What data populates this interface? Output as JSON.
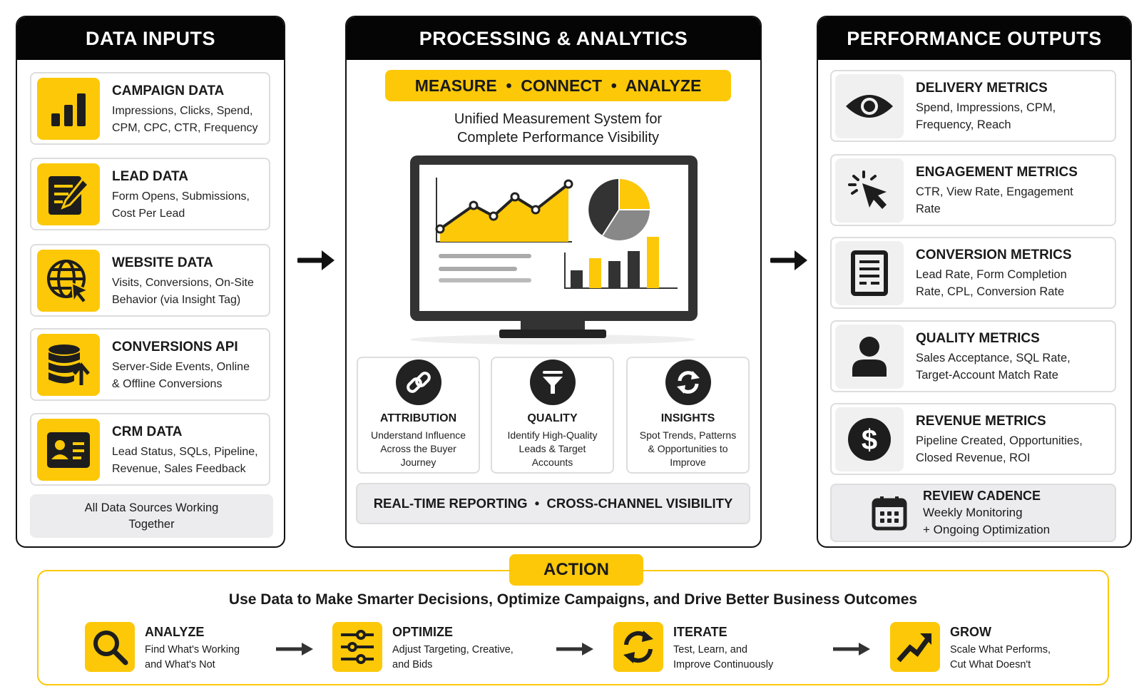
{
  "inputs": {
    "title": "DATA INPUTS",
    "items": [
      {
        "title": "CAMPAIGN DATA",
        "l1": "Impressions, Clicks, Spend,",
        "l2": "CPM, CPC, CTR, Frequency",
        "icon": "bar-chart-icon"
      },
      {
        "title": "LEAD DATA",
        "l1": "Form Opens, Submissions,",
        "l2": "Cost Per Lead",
        "icon": "form-edit-icon"
      },
      {
        "title": "WEBSITE DATA",
        "l1": "Visits, Conversions, On-Site",
        "l2": "Behavior (via Insight Tag)",
        "icon": "globe-cursor-icon"
      },
      {
        "title": "CONVERSIONS API",
        "l1": "Server-Side Events, Online",
        "l2": "& Offline Conversions",
        "icon": "database-upload-icon"
      },
      {
        "title": "CRM DATA",
        "l1": "Lead Status, SQLs, Pipeline,",
        "l2": "Revenue, Sales Feedback",
        "icon": "contact-card-icon"
      }
    ],
    "footer_l1": "All Data Sources Working",
    "footer_l2": "Together"
  },
  "processing": {
    "title": "PROCESSING & ANALYTICS",
    "banner": "MEASURE  •  CONNECT  •  ANALYZE",
    "sub_l1": "Unified Measurement System for",
    "sub_l2": "Complete Performance Visibility",
    "cards": [
      {
        "title": "ATTRIBUTION",
        "l1": "Understand Influence",
        "l2": "Across the Buyer",
        "l3": "Journey"
      },
      {
        "title": "QUALITY",
        "l1": "Identify High-Quality",
        "l2": "Leads & Target",
        "l3": "Accounts"
      },
      {
        "title": "INSIGHTS",
        "l1": "Spot Trends, Patterns",
        "l2": "& Opportunities to",
        "l3": "Improve"
      }
    ],
    "footer": "REAL-TIME REPORTING  •  CROSS-CHANNEL VISIBILITY"
  },
  "outputs": {
    "title": "PERFORMANCE OUTPUTS",
    "items": [
      {
        "title": "DELIVERY METRICS",
        "l1": "Spend, Impressions, CPM,",
        "l2": "Frequency, Reach"
      },
      {
        "title": "ENGAGEMENT METRICS",
        "l1": "CTR, View Rate, Engagement",
        "l2": "Rate"
      },
      {
        "title": "CONVERSION METRICS",
        "l1": "Lead Rate, Form Completion",
        "l2": "Rate, CPL, Conversion Rate"
      },
      {
        "title": "QUALITY METRICS",
        "l1": "Sales Acceptance, SQL Rate,",
        "l2": "Target-Account Match Rate"
      },
      {
        "title": "REVENUE METRICS",
        "l1": "Pipeline Created, Opportunities,",
        "l2": "Closed Revenue, ROI"
      }
    ],
    "cadence": {
      "title": "REVIEW CADENCE",
      "l1": "Weekly Monitoring",
      "l2": "+ Ongoing Optimization"
    }
  },
  "action": {
    "tab": "ACTION",
    "subtitle": "Use Data to Make Smarter Decisions, Optimize Campaigns, and Drive Better Business Outcomes",
    "steps": [
      {
        "title": "ANALYZE",
        "l1": "Find What's Working",
        "l2": "and What's Not"
      },
      {
        "title": "OPTIMIZE",
        "l1": "Adjust Targeting, Creative,",
        "l2": "and Bids"
      },
      {
        "title": "ITERATE",
        "l1": "Test, Learn, and",
        "l2": "Improve Continuously"
      },
      {
        "title": "GROW",
        "l1": "Scale What Performs,",
        "l2": "Cut What Doesn't"
      }
    ]
  },
  "colors": {
    "accent": "#fcc808",
    "dark": "#050505",
    "gray": "#ececee"
  }
}
